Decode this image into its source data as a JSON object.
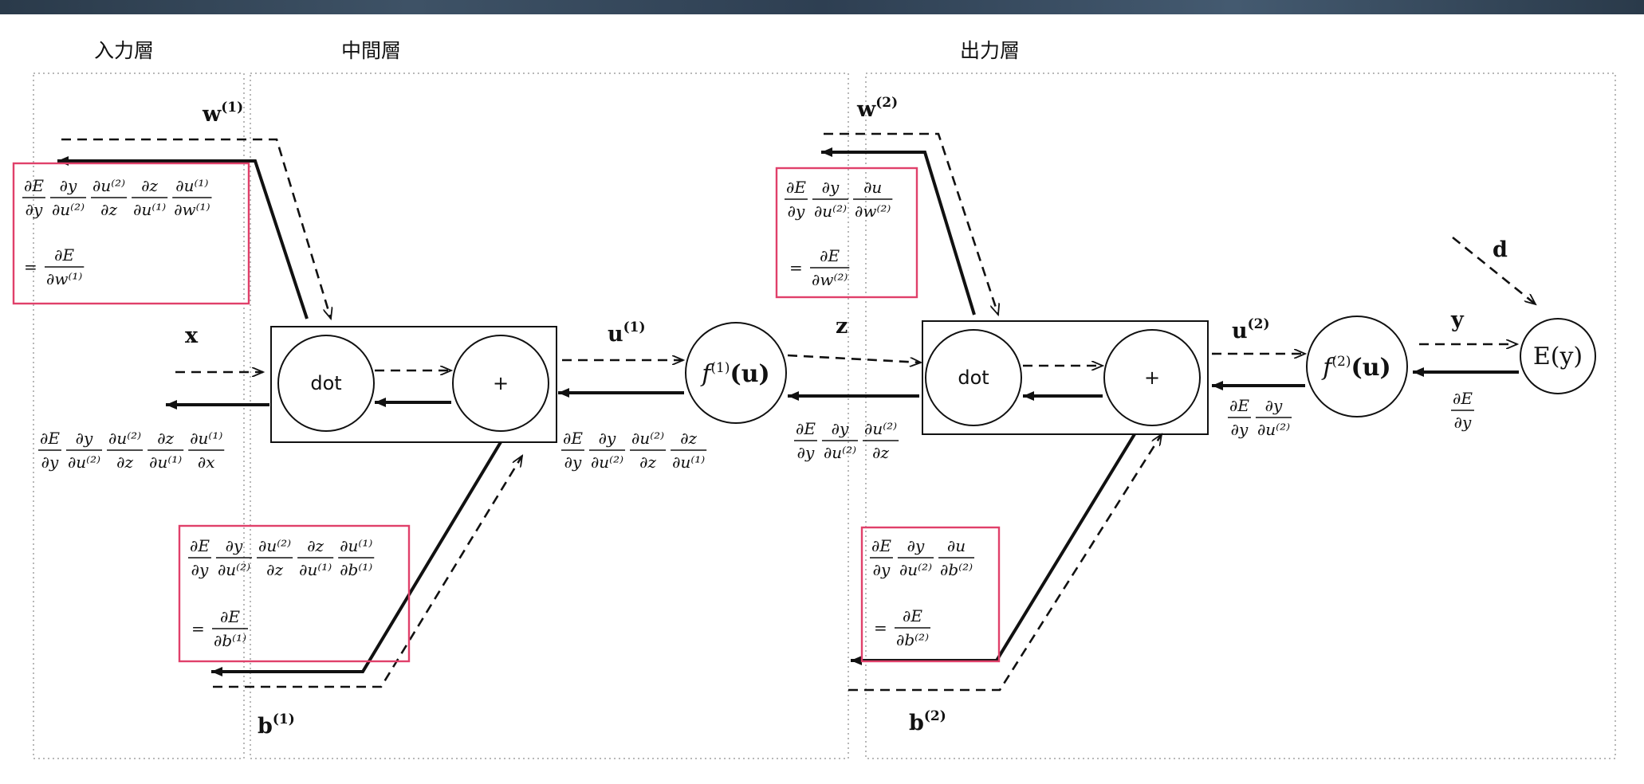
{
  "layers": {
    "input": "入力層",
    "middle": "中間層",
    "output": "出力層"
  },
  "vars": {
    "w1": {
      "base": "w",
      "sup": "(1)"
    },
    "w2": {
      "base": "w",
      "sup": "(2)"
    },
    "b1": {
      "base": "b",
      "sup": "(1)"
    },
    "b2": {
      "base": "b",
      "sup": "(2)"
    },
    "u1": {
      "base": "u",
      "sup": "(1)"
    },
    "u2": {
      "base": "u",
      "sup": "(2)"
    },
    "x": "x",
    "z": "z",
    "y": "y",
    "d": "d"
  },
  "nodes": {
    "dot1": "dot",
    "plus1": "+",
    "dot2": "dot",
    "plus2": "+",
    "f1": {
      "base": "f",
      "sup": "(1)",
      "arg": "(u)"
    },
    "f2": {
      "base": "f",
      "sup": "(2)",
      "arg": "(u)"
    },
    "E": "E(y)"
  },
  "formulas": {
    "grad_w1": {
      "fracs": [
        [
          "∂E",
          "∂y"
        ],
        [
          "∂y",
          "∂u⁽²⁾"
        ],
        [
          "∂u⁽²⁾",
          "∂z"
        ],
        [
          "∂z",
          "∂u⁽¹⁾"
        ],
        [
          "∂u⁽¹⁾",
          "∂w⁽¹⁾"
        ]
      ],
      "eq": [
        "∂E",
        "∂w⁽¹⁾"
      ]
    },
    "grad_x": {
      "fracs": [
        [
          "∂E",
          "∂y"
        ],
        [
          "∂y",
          "∂u⁽²⁾"
        ],
        [
          "∂u⁽²⁾",
          "∂z"
        ],
        [
          "∂z",
          "∂u⁽¹⁾"
        ],
        [
          "∂u⁽¹⁾",
          "∂x"
        ]
      ]
    },
    "grad_b1": {
      "fracs": [
        [
          "∂E",
          "∂y"
        ],
        [
          "∂y",
          "∂u⁽²⁾"
        ],
        [
          "∂u⁽²⁾",
          "∂z"
        ],
        [
          "∂z",
          "∂u⁽¹⁾"
        ],
        [
          "∂u⁽¹⁾",
          "∂b⁽¹⁾"
        ]
      ],
      "eq": [
        "∂E",
        "∂b⁽¹⁾"
      ]
    },
    "grad_u1": {
      "fracs": [
        [
          "∂E",
          "∂y"
        ],
        [
          "∂y",
          "∂u⁽²⁾"
        ],
        [
          "∂u⁽²⁾",
          "∂z"
        ],
        [
          "∂z",
          "∂u⁽¹⁾"
        ]
      ]
    },
    "grad_w2": {
      "fracs": [
        [
          "∂E",
          "∂y"
        ],
        [
          "∂y",
          "∂u⁽²⁾"
        ],
        [
          "∂u",
          "∂w⁽²⁾"
        ]
      ],
      "eq": [
        "∂E",
        "∂w⁽²⁾"
      ]
    },
    "grad_z": {
      "fracs": [
        [
          "∂E",
          "∂y"
        ],
        [
          "∂y",
          "∂u⁽²⁾"
        ],
        [
          "∂u⁽²⁾",
          "∂z"
        ]
      ]
    },
    "grad_b2": {
      "fracs": [
        [
          "∂E",
          "∂y"
        ],
        [
          "∂y",
          "∂u⁽²⁾"
        ],
        [
          "∂u",
          "∂b⁽²⁾"
        ]
      ],
      "eq": [
        "∂E",
        "∂b⁽²⁾"
      ]
    },
    "grad_u2": {
      "fracs": [
        [
          "∂E",
          "∂y"
        ],
        [
          "∂y",
          "∂u⁽²⁾"
        ]
      ]
    },
    "grad_y": {
      "fracs": [
        [
          "∂E",
          "∂y"
        ]
      ]
    }
  },
  "colors": {
    "highlight_box": "#e0406a",
    "ink": "#111111",
    "dotted": "#b8b8b8"
  }
}
